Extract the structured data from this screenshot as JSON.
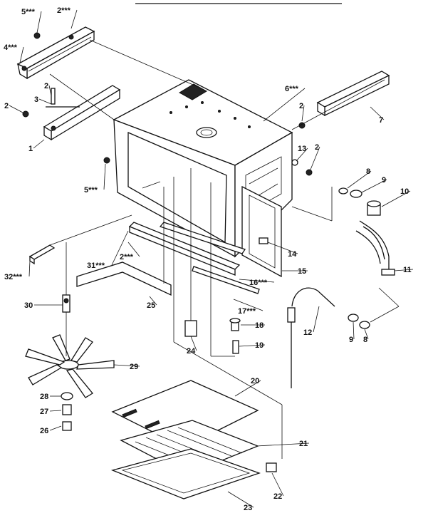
{
  "labels": [
    {
      "id": "p5-top",
      "text": "5***"
    },
    {
      "id": "p2-top",
      "text": "2***"
    },
    {
      "id": "p4",
      "text": "4***"
    },
    {
      "id": "p2-a",
      "text": "2"
    },
    {
      "id": "p3",
      "text": "3"
    },
    {
      "id": "p2-b",
      "text": "2"
    },
    {
      "id": "p1",
      "text": "1"
    },
    {
      "id": "p6",
      "text": "6***"
    },
    {
      "id": "p2-c",
      "text": "2"
    },
    {
      "id": "p7",
      "text": "7"
    },
    {
      "id": "p13",
      "text": "13"
    },
    {
      "id": "p2-d",
      "text": "2"
    },
    {
      "id": "p5-mid",
      "text": "5***"
    },
    {
      "id": "p8-a",
      "text": "8"
    },
    {
      "id": "p9-a",
      "text": "9"
    },
    {
      "id": "p10",
      "text": "10"
    },
    {
      "id": "p14",
      "text": "14"
    },
    {
      "id": "p11",
      "text": "11"
    },
    {
      "id": "p15",
      "text": "15"
    },
    {
      "id": "p31",
      "text": "31***"
    },
    {
      "id": "p2-e",
      "text": "2***"
    },
    {
      "id": "p32",
      "text": "32***"
    },
    {
      "id": "p16",
      "text": "16***"
    },
    {
      "id": "p30",
      "text": "30"
    },
    {
      "id": "p17",
      "text": "17***"
    },
    {
      "id": "p25",
      "text": "25"
    },
    {
      "id": "p12",
      "text": "12"
    },
    {
      "id": "p9-b",
      "text": "9"
    },
    {
      "id": "p8-b",
      "text": "8"
    },
    {
      "id": "p18",
      "text": "18"
    },
    {
      "id": "p24",
      "text": "24"
    },
    {
      "id": "p19",
      "text": "19"
    },
    {
      "id": "p29",
      "text": "29"
    },
    {
      "id": "p20",
      "text": "20"
    },
    {
      "id": "p28",
      "text": "28"
    },
    {
      "id": "p27",
      "text": "27"
    },
    {
      "id": "p26",
      "text": "26"
    },
    {
      "id": "p21",
      "text": "21"
    },
    {
      "id": "p22",
      "text": "22"
    },
    {
      "id": "p23",
      "text": "23"
    }
  ]
}
